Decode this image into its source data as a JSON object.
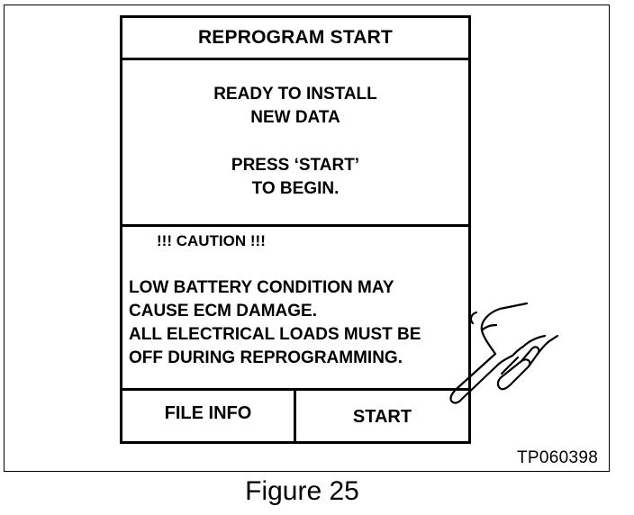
{
  "screen": {
    "title": "REPROGRAM START",
    "message": {
      "line1": "READY TO INSTALL",
      "line2": "NEW DATA",
      "line3": "PRESS ‘START’",
      "line4": "TO BEGIN."
    },
    "caution": {
      "heading": "!!! CAUTION !!!",
      "lines": [
        "LOW BATTERY CONDITION MAY",
        "CAUSE ECM DAMAGE.",
        "ALL ELECTRICAL LOADS MUST BE",
        "OFF DURING REPROGRAMMING."
      ]
    },
    "buttons": {
      "file_info": "FILE INFO",
      "start": "START"
    }
  },
  "illustration": {
    "icon": "pointing-hand-icon"
  },
  "reference_code": "TP060398",
  "caption": "Figure 25"
}
